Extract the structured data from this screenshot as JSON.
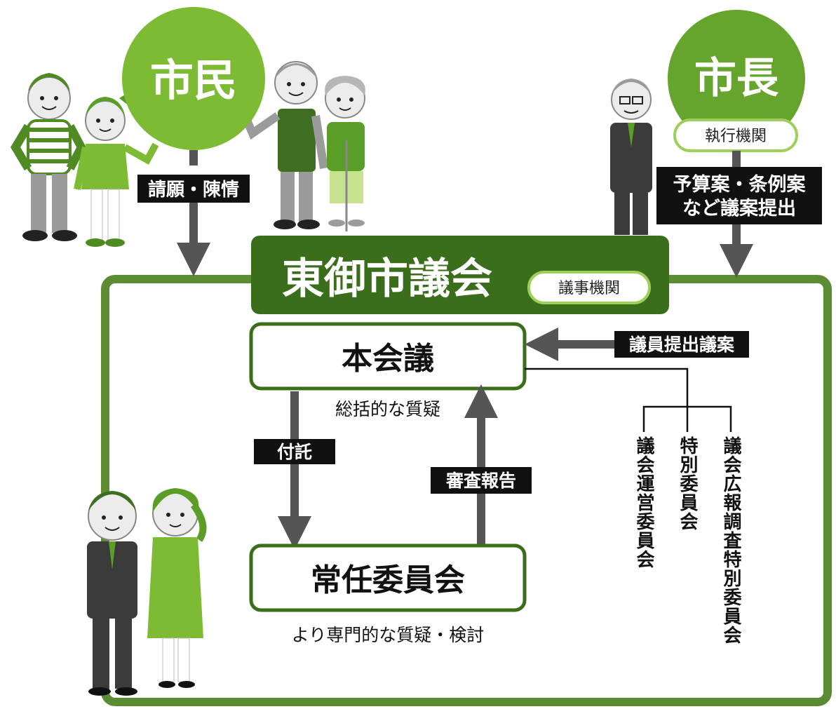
{
  "citizens": {
    "circle_label": "市民",
    "action_label": "請願・陳情"
  },
  "mayor": {
    "circle_label": "市長",
    "role_label": "執行機関",
    "action_line1": "予算案・条例案",
    "action_line2": "など議案提出"
  },
  "council": {
    "title": "東御市議会",
    "role_label": "議事機関"
  },
  "plenary": {
    "label": "本会議",
    "caption": "総括的な質疑",
    "member_bills_label": "議員提出議案"
  },
  "flows": {
    "referral_label": "付託",
    "review_report_label": "審査報告"
  },
  "standing_committee": {
    "label": "常任委員会",
    "caption": "より専門的な質疑・検討"
  },
  "other_committees": [
    "議会運営委員会",
    "特別委員会",
    "議会広報調査特別委員会"
  ],
  "colors": {
    "frame_green": "#5b8c34",
    "council_dark_green": "#3a6e1b",
    "citizens_green": "#7dbb35",
    "mayor_green": "#65a52d",
    "light_green": "#9fcf5b",
    "arrow_gray": "#555555",
    "label_black": "#111111"
  }
}
